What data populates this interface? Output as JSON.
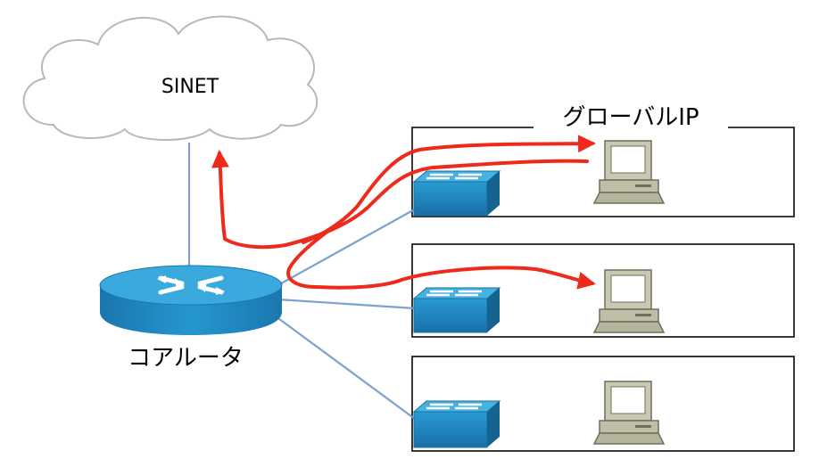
{
  "labels": {
    "cloud": "SINET",
    "router": "コアルータ",
    "segment_top": "グローバルIP"
  },
  "colors": {
    "link": "#7ba1cf",
    "traffic": "#ee2a1d",
    "device_blue": "#1f8fc6",
    "device_top": "#35a8dc",
    "pc_body": "#bfbfa8"
  },
  "nodes": {
    "cloud": "cloud-icon",
    "router": "router-icon",
    "switches": [
      "switch-icon",
      "switch-icon",
      "switch-icon"
    ],
    "pcs": [
      "computer-icon",
      "computer-icon",
      "computer-icon"
    ]
  }
}
